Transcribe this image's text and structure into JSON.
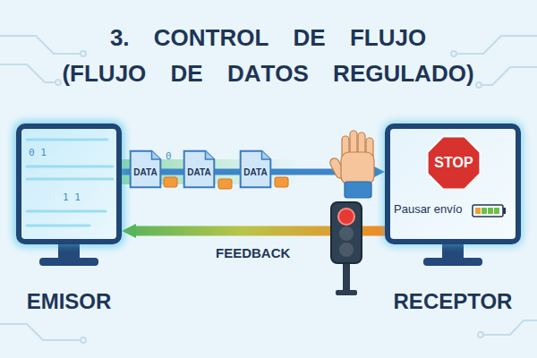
{
  "diagram": {
    "title": "3. CONTROL DE FLUJO (FLUJO DE DATOS REGULADO)",
    "nodes": [
      {
        "text": [
          "EMISOR"
        ]
      },
      {
        "text": [
          "DATA"
        ]
      },
      {
        "text": [
          "DATA"
        ]
      },
      {
        "text": [
          "DATA"
        ]
      },
      {
        "text": [
          "Pausar envío",
          "RECEPTOR"
        ]
      },
      {
        "text": [
          "STOP"
        ],
        "in": 4
      }
    ],
    "edges": [
      {
        "from": 0,
        "to": 4,
        "arrow": "to"
      },
      {
        "from": 4,
        "to": 0,
        "label": "FEEDBACK",
        "arrow": "to"
      }
    ],
    "labels": [
      "0 1",
      "1 1",
      "0"
    ]
  }
}
